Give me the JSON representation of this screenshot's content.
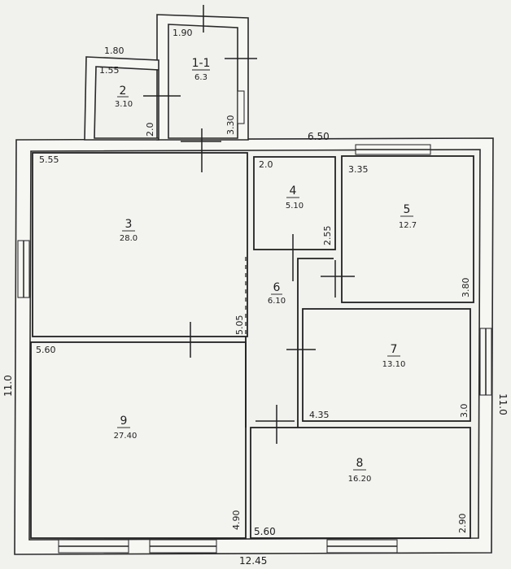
{
  "rooms": [
    {
      "id": "1-1",
      "area": "6.3"
    },
    {
      "id": "2",
      "area": "3.10"
    },
    {
      "id": "3",
      "area": "28.0"
    },
    {
      "id": "4",
      "area": "5.10"
    },
    {
      "id": "5",
      "area": "12.7"
    },
    {
      "id": "6",
      "area": "6.10"
    },
    {
      "id": "7",
      "area": "13.10"
    },
    {
      "id": "8",
      "area": "16.20"
    },
    {
      "id": "9",
      "area": "27.40"
    }
  ],
  "dimensions": {
    "annex_1_width": "1.90",
    "annex_2_outer_width": "1.80",
    "annex_2_inner_width": "1.55",
    "annex_2_depth": "2.0",
    "annex_1_depth": "3.30",
    "right_block_width": "6.50",
    "room3_width": "5.55",
    "room4_width": "2.0",
    "room5_width": "3.35",
    "room4_depth": "2.55",
    "room5_depth": "3.80",
    "room3_depth": "5.05",
    "room9_width": "5.60",
    "room7_width": "4.35",
    "room7_depth": "3.0",
    "room9_depth": "4.90",
    "room8_width": "5.60",
    "room8_depth": "2.90",
    "total_width": "12.45",
    "left_depth": "11.0",
    "right_depth": "11.0"
  }
}
